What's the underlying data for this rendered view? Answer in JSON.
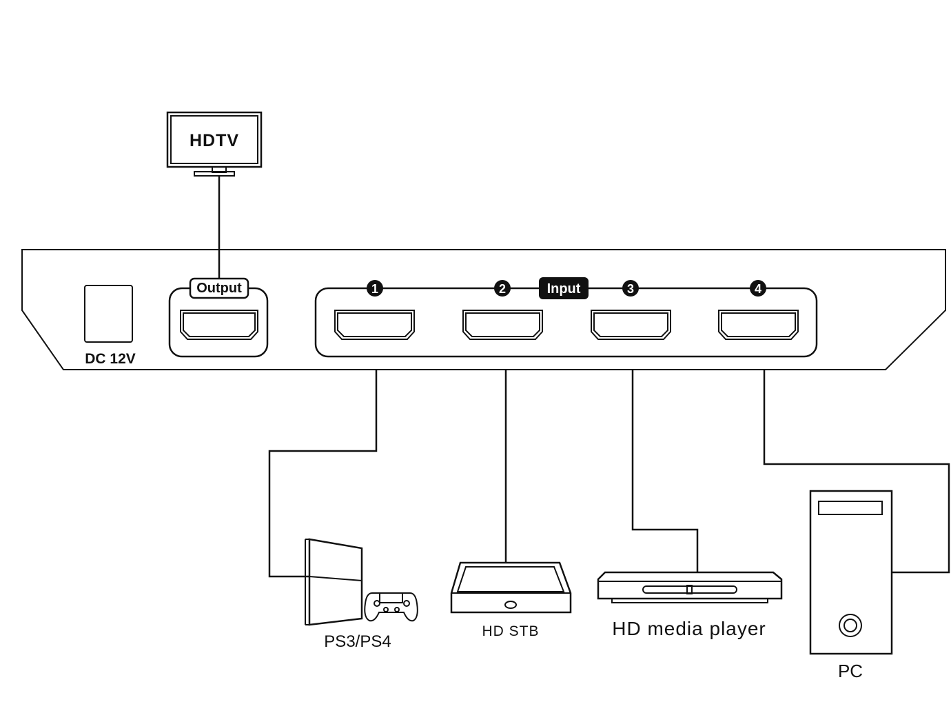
{
  "output_device": {
    "label": "HDTV"
  },
  "switch": {
    "power_label": "DC 12V",
    "output_label": "Output",
    "input_label": "Input",
    "ports": [
      "1",
      "2",
      "3",
      "4"
    ]
  },
  "sources": [
    {
      "label": "PS3/PS4"
    },
    {
      "label": "HD STB"
    },
    {
      "label": "HD media player"
    },
    {
      "label": "PC"
    }
  ]
}
